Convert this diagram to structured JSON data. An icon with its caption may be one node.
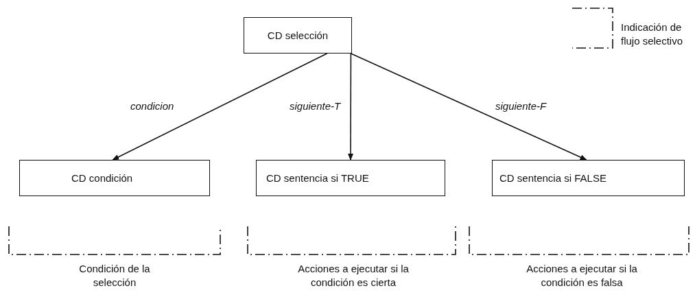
{
  "diagram": {
    "nodes": [
      {
        "text": [
          "CD selección"
        ]
      },
      {
        "text": [
          "CD condición"
        ]
      },
      {
        "text": [
          "CD sentencia si TRUE"
        ]
      },
      {
        "text": [
          "CD sentencia si FALSE"
        ]
      },
      {
        "text": [
          "Condición de la selección"
        ]
      },
      {
        "text": [
          "Acciones a ejecutar si la condición es cierta"
        ]
      },
      {
        "text": [
          "Acciones a ejecutar si la condición es falsa"
        ]
      }
    ],
    "edges": [
      {
        "from": 0,
        "to": 1,
        "arrow": "to",
        "label": "condicion"
      },
      {
        "from": 0,
        "to": 2,
        "arrow": "to",
        "label": "siguiente-T"
      },
      {
        "from": 0,
        "to": 3,
        "arrow": "to",
        "label": "siguiente-F"
      }
    ],
    "legend": [
      {
        "text": "Indicación de flujo selectivo"
      }
    ]
  }
}
